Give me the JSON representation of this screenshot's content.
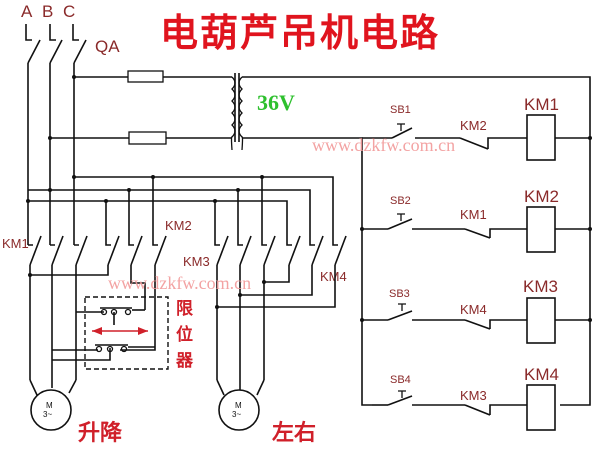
{
  "title": "电葫芦吊机电路",
  "phases": [
    "A",
    "B",
    "C"
  ],
  "main_switch": "QA",
  "transformer_voltage": "36V",
  "watermark": "www.dzkfw.com.cn",
  "power_contactors": {
    "km1": "KM1",
    "km2": "KM2",
    "km3": "KM3",
    "km4": "KM4"
  },
  "limit_switch": {
    "label_chars": [
      "限",
      "位",
      "器"
    ]
  },
  "motors": [
    {
      "symbol": "M",
      "sub": "3~",
      "caption": "升降"
    },
    {
      "symbol": "M",
      "sub": "3~",
      "caption": "左右"
    }
  ],
  "control_rungs": [
    {
      "button": "SB1",
      "interlock": "KM2",
      "coil": "KM1"
    },
    {
      "button": "SB2",
      "interlock": "KM1",
      "coil": "KM2"
    },
    {
      "button": "SB3",
      "interlock": "KM4",
      "coil": "KM3"
    },
    {
      "button": "SB4",
      "interlock": "KM3",
      "coil": "KM4"
    }
  ],
  "colors": {
    "title": "#e0141e",
    "label": "#8a2a2a",
    "voltage": "#2ec02e",
    "watermark": "#f29a9a",
    "wire": "#111111"
  }
}
